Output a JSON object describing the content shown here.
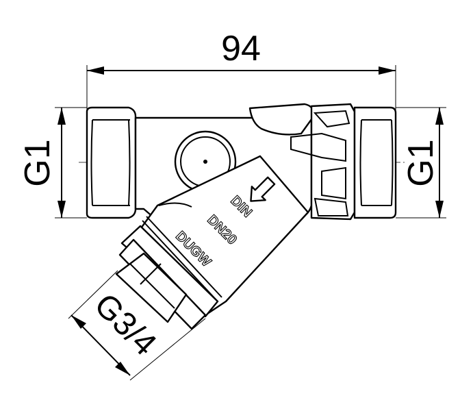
{
  "drawing": {
    "dimensions": {
      "overall_length": "94",
      "left_thread": "G1",
      "right_thread": "G1",
      "drain_thread": "G3/4"
    },
    "body_markings": {
      "brand": "DUGW",
      "nominal_size": "DN20",
      "standard": "DIN"
    },
    "flow_direction_icon": "arrow-left-icon"
  }
}
